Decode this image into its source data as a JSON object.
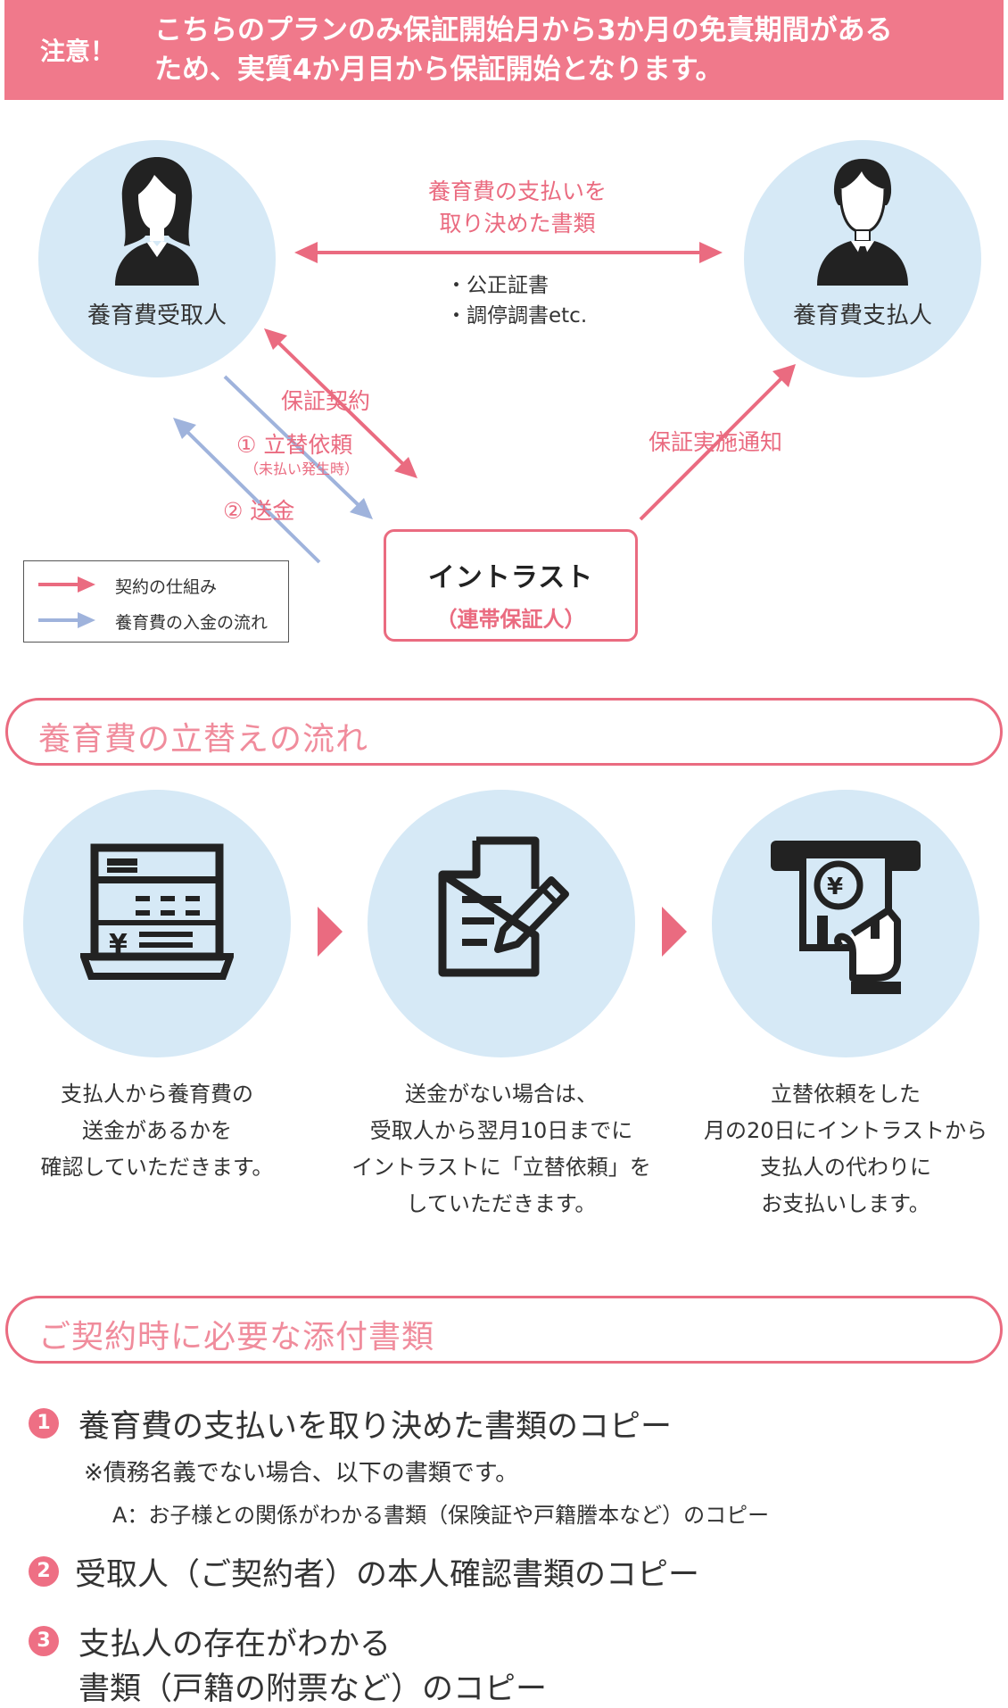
{
  "notice": {
    "label": "注意！",
    "line1": "こちらのプランのみ保証開始月から3か月の免責期間がある",
    "line2": "ため、実質4か月目から保証開始となります。"
  },
  "diagram": {
    "receiver_label": "養育費受取人",
    "payer_label": "養育費支払人",
    "agreement_title_line1": "養育費の支払いを",
    "agreement_title_line2": "取り決めた書類",
    "agreement_doc1": "・公正証書",
    "agreement_doc2": "・調停調書etc.",
    "guarantee_contract": "保証契約",
    "request_label": "① 立替依頼",
    "request_note": "（未払い発生時）",
    "remit_label": "② 送金",
    "notify_label": "保証実施通知",
    "company_name": "イントラスト",
    "company_role": "（連帯保証人）",
    "legend_contract": "契約の仕組み",
    "legend_money": "養育費の入金の流れ",
    "colors": {
      "contract": "#ea6b80",
      "money": "#9fb3dc"
    }
  },
  "flow_section": {
    "title": "養育費の立替えの流れ",
    "steps": [
      {
        "icon": "bank-passbook-icon",
        "lines": [
          "支払人から養育費の",
          "送金があるかを",
          "確認していただきます。"
        ]
      },
      {
        "icon": "document-pen-icon",
        "lines": [
          "送金がない場合は、",
          "受取人から翌月10日までに",
          "イントラストに「立替依頼」を",
          "していただきます。"
        ]
      },
      {
        "icon": "cash-payment-icon",
        "lines": [
          "立替依頼をした",
          "月の20日にイントラストから",
          "支払人の代わりに",
          "お支払いします。"
        ]
      }
    ]
  },
  "docs_section": {
    "title": "ご契約時に必要な添付書類",
    "items": [
      {
        "num": "1",
        "title": "養育費の支払いを取り決めた書類のコピー",
        "note": "※債務名義でない場合、以下の書類です。",
        "sub": "A：お子様との関係がわかる書類（保険証や戸籍謄本など）のコピー"
      },
      {
        "num": "2",
        "title": "受取人（ご契約者）の本人確認書類のコピー"
      },
      {
        "num": "3",
        "title_line1": "支払人の存在がわかる",
        "title_line2": "書類（戸籍の附票など）のコピー"
      }
    ]
  }
}
